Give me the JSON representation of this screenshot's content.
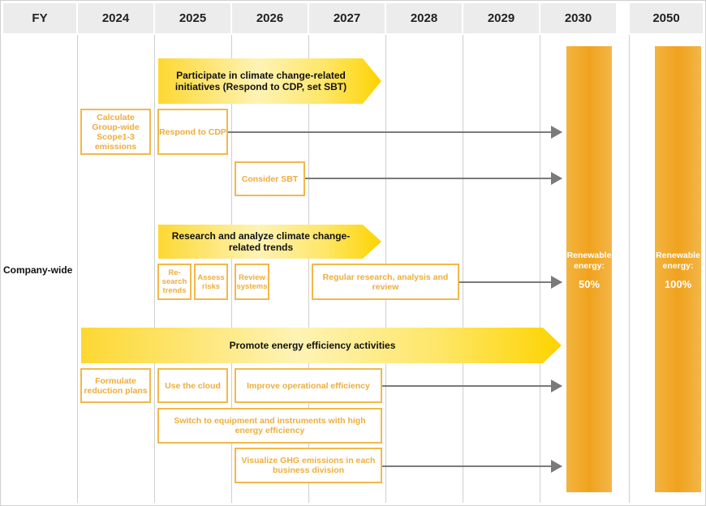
{
  "header": {
    "fy": "FY",
    "years": [
      "2024",
      "2025",
      "2026",
      "2027",
      "2028",
      "2029",
      "2030",
      "2050"
    ]
  },
  "row_label": "Company-wide",
  "bands": {
    "initiatives": "Participate in climate change-related initiatives (Respond to CDP, set SBT)",
    "research": "Research and analyze climate change-related trends",
    "energy": "Promote energy efficiency activities"
  },
  "boxes": {
    "calculate": "Calculate Group-wide Scope1-3 emissions",
    "respond_cdp": "Respond to CDP",
    "consider_sbt": "Consider SBT",
    "research_trends": "Re-search trends",
    "assess_risks": "Assess risks",
    "review_systems": "Review systems",
    "regular_research": "Regular research, analysis and review",
    "formulate": "Formulate reduction plans",
    "cloud": "Use the cloud",
    "operational": "Improve operational efficiency",
    "switch_equipment": "Switch to equipment and instruments with high energy efficiency",
    "visualize_ghg": "Visualize GHG emissions in each business division"
  },
  "targets": {
    "t2030": {
      "label": "Renewable energy:",
      "value": "50%"
    },
    "t2050": {
      "label": "Renewable energy:",
      "value": "100%"
    }
  },
  "colors": {
    "header_bg": "#ececec",
    "band_yellow": "#fdd300",
    "box_border": "#f2b84a",
    "box_text": "#efad3b",
    "target_orange": "#f0a21e",
    "arrow_gray": "#7a7a7a"
  }
}
